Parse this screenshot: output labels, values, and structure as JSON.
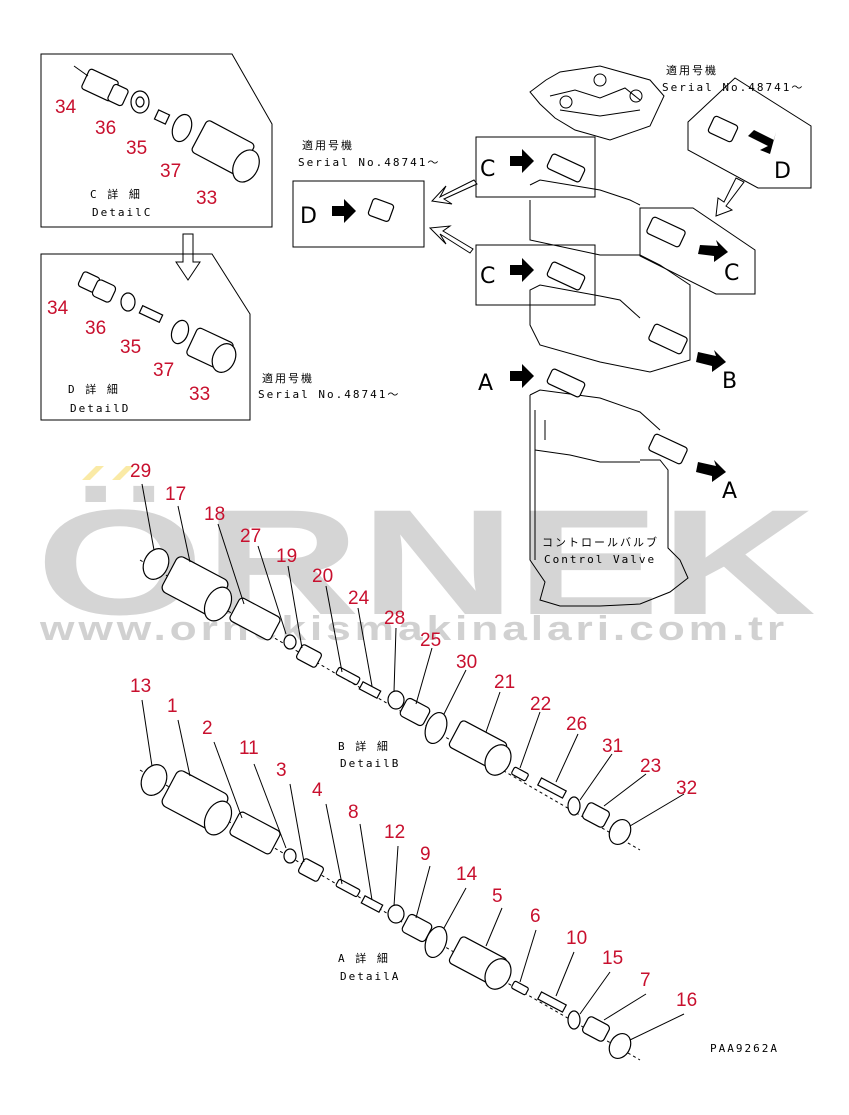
{
  "watermark": {
    "brand": "ÖRNEK",
    "url": "www.ornekismakinalari.com.tr"
  },
  "drawing_code": "PAA9262A",
  "applicable_models_jp": "適用号機",
  "serial": "Serial No.48741～",
  "control_valve_jp": "コントロールバルブ",
  "control_valve_en": "Control Valve",
  "detail_c": {
    "jp": "C 詳 細",
    "en": "DetailC"
  },
  "detail_d": {
    "jp": "D 詳 細",
    "en": "DetailD"
  },
  "detail_b": {
    "jp": "B 詳 細",
    "en": "DetailB"
  },
  "detail_a": {
    "jp": "A 詳 細",
    "en": "DetailA"
  },
  "letters": {
    "a": "A",
    "b": "B",
    "c": "C",
    "d": "D"
  },
  "callouts": {
    "c_34": "34",
    "c_36": "36",
    "c_35": "35",
    "c_37": "37",
    "c_33": "33",
    "d_34": "34",
    "d_36": "36",
    "d_35": "35",
    "d_37": "37",
    "d_33": "33",
    "b_29": "29",
    "b_17": "17",
    "b_18": "18",
    "b_27": "27",
    "b_19": "19",
    "b_20": "20",
    "b_24": "24",
    "b_28": "28",
    "b_25": "25",
    "b_30": "30",
    "b_21": "21",
    "b_22": "22",
    "b_26": "26",
    "b_31": "31",
    "b_23": "23",
    "b_32": "32",
    "a_13": "13",
    "a_1": "1",
    "a_2": "2",
    "a_11": "11",
    "a_3": "3",
    "a_4": "4",
    "a_8": "8",
    "a_12": "12",
    "a_9": "9",
    "a_14": "14",
    "a_5": "5",
    "a_6": "6",
    "a_10": "10",
    "a_15": "15",
    "a_7": "7",
    "a_16": "16"
  }
}
